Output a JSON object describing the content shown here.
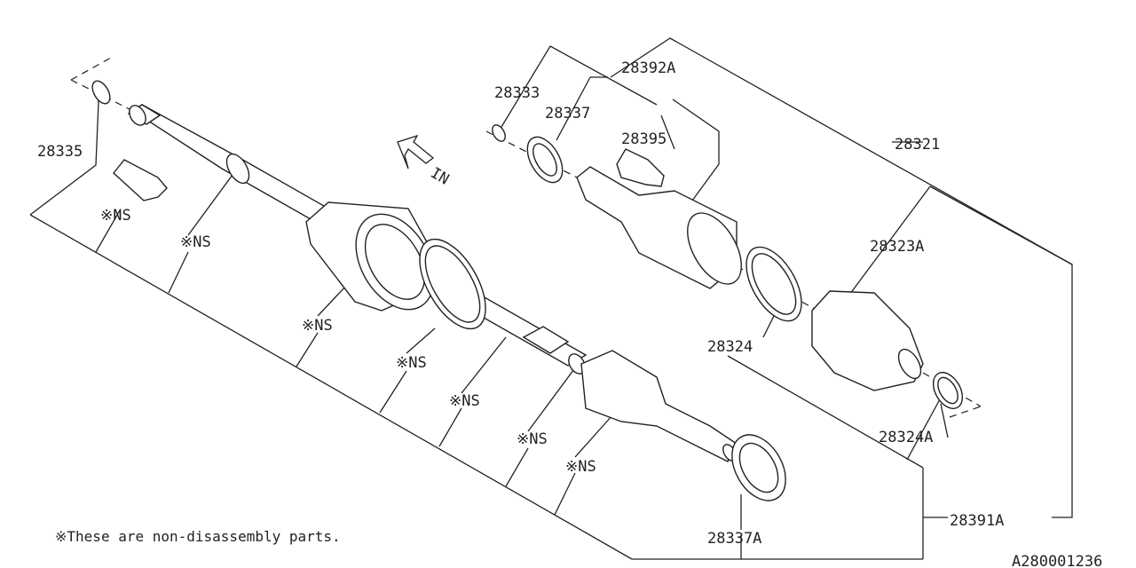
{
  "labels": {
    "p28335": "28335",
    "p28333": "28333",
    "p28392a": "28392A",
    "p28337": "28337",
    "p28395": "28395",
    "p28321": "28321",
    "p28323a": "28323A",
    "p28324": "28324",
    "p28324a": "28324A",
    "p28391a": "28391A",
    "p28337a": "28337A"
  },
  "ns_label": "※NS",
  "direction_label": "IN",
  "footnote": "※These are non-disassembly parts.",
  "diagram_id": "A280001236"
}
